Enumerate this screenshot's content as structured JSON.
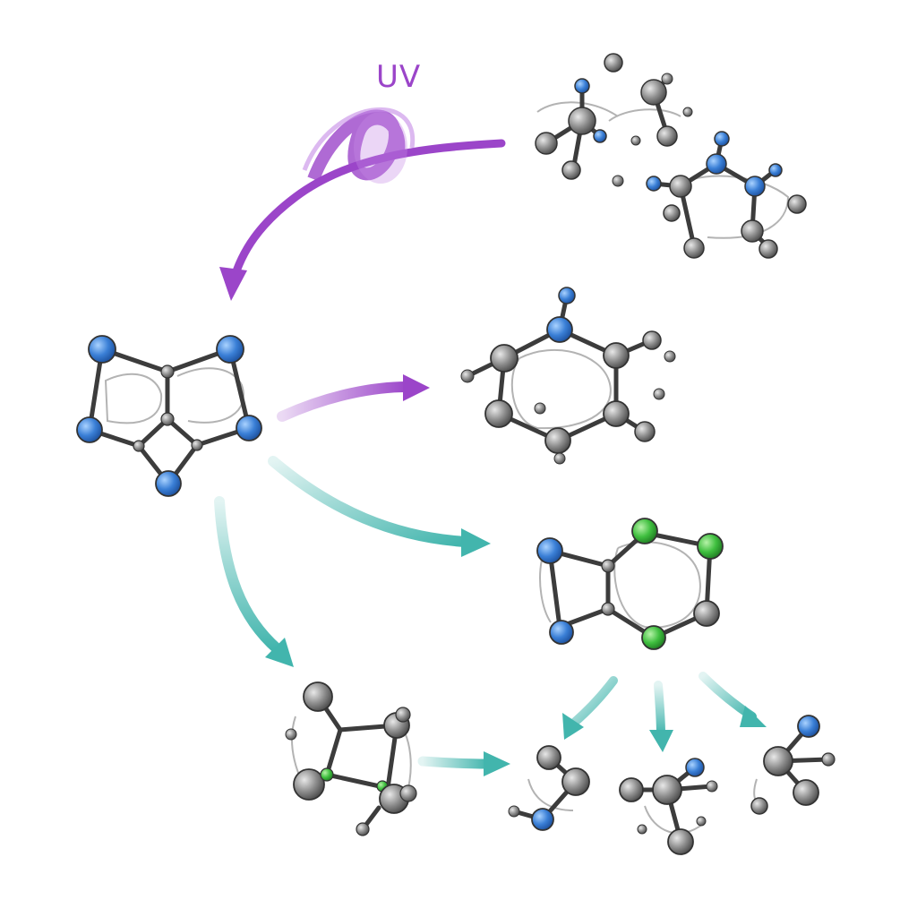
{
  "labels": {
    "uv": "UV"
  },
  "colors": {
    "purple_arrow": "#9b45c9",
    "teal_arrow": "#42b5ad",
    "nitrogen_atom": "#3a7fd6",
    "carbon_atom": "#8e8e8e",
    "green_atom": "#3fbf3f",
    "bond": "#3c3c3c"
  },
  "molecules": [
    {
      "id": "reactant-bicyclic",
      "atoms": [
        "N",
        "N",
        "N",
        "N",
        "N",
        "C",
        "C",
        "C",
        "C"
      ]
    },
    {
      "id": "uv-fragments",
      "atoms": [
        "N",
        "N",
        "N",
        "N",
        "C",
        "C",
        "C",
        "C",
        "C",
        "C",
        "C"
      ]
    },
    {
      "id": "product-six-ring",
      "atoms": [
        "N",
        "C",
        "C",
        "C",
        "C",
        "C",
        "C"
      ]
    },
    {
      "id": "product-fused-ring",
      "atoms": [
        "N",
        "N",
        "G",
        "G",
        "G",
        "C",
        "C",
        "C"
      ]
    },
    {
      "id": "product-four-ring",
      "atoms": [
        "C",
        "C",
        "C",
        "C",
        "G",
        "G"
      ]
    },
    {
      "id": "fragment-small-1",
      "atoms": [
        "C",
        "C",
        "N"
      ]
    },
    {
      "id": "fragment-small-2",
      "atoms": [
        "C",
        "C",
        "N",
        "C"
      ]
    },
    {
      "id": "fragment-small-3",
      "atoms": [
        "N",
        "C",
        "C"
      ]
    }
  ],
  "pathways": [
    {
      "from": "uv-fragments",
      "to": "reactant-bicyclic",
      "kind": "photochemical",
      "color": "purple"
    },
    {
      "from": "reactant-bicyclic",
      "to": "product-six-ring",
      "kind": "thermal",
      "color": "purple"
    },
    {
      "from": "reactant-bicyclic",
      "to": "product-fused-ring",
      "kind": "thermal",
      "color": "teal"
    },
    {
      "from": "reactant-bicyclic",
      "to": "product-four-ring",
      "kind": "thermal",
      "color": "teal"
    },
    {
      "from": "product-four-ring",
      "to": "fragment-small-1",
      "kind": "thermal",
      "color": "teal"
    },
    {
      "from": "product-fused-ring",
      "to": "fragment-small-1",
      "kind": "thermal",
      "color": "teal"
    },
    {
      "from": "product-fused-ring",
      "to": "fragment-small-2",
      "kind": "thermal",
      "color": "teal"
    },
    {
      "from": "product-fused-ring",
      "to": "fragment-small-3",
      "kind": "thermal",
      "color": "teal"
    }
  ]
}
